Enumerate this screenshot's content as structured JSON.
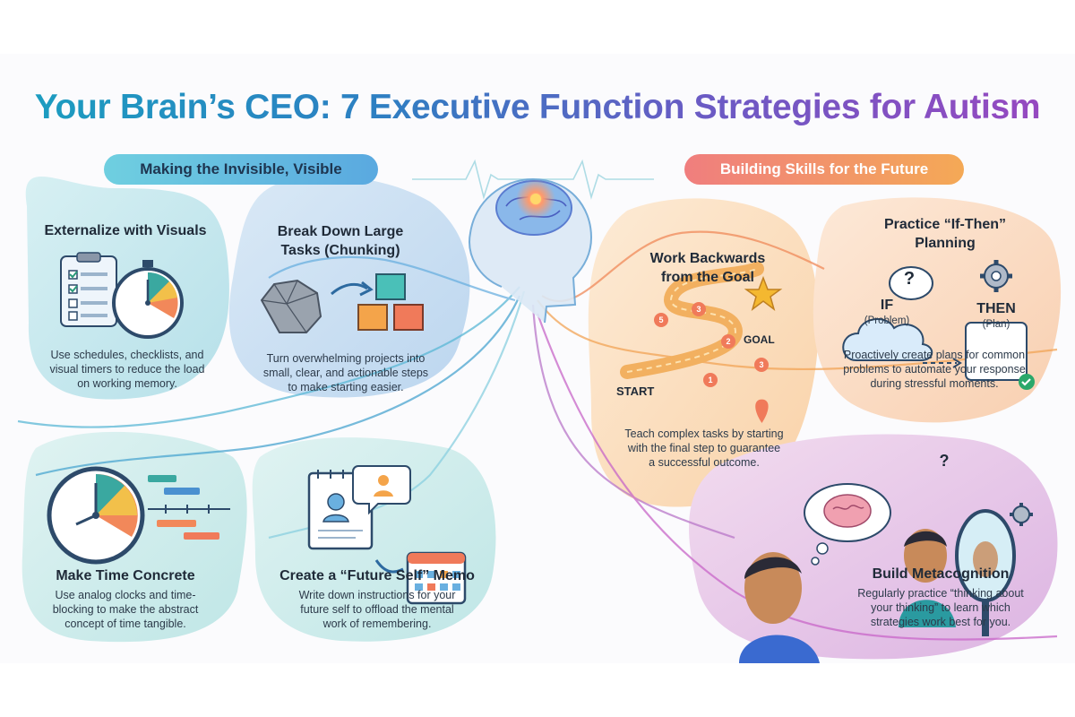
{
  "title": "Your Brain’s CEO: 7 Executive Function Strategies for Autism",
  "sections": {
    "left": "Making the Invisible, Visible",
    "right": "Building Skills for the Future"
  },
  "strategies": [
    {
      "title": "Externalize with Visuals",
      "description_lines": [
        "Use schedules, checklists, and",
        "visual timers to reduce the load",
        "on working memory."
      ]
    },
    {
      "title_lines": [
        "Break Down Large",
        "Tasks (Chunking)"
      ],
      "description_lines": [
        "Turn overwhelming projects into",
        "small, clear, and actionable steps",
        "to make starting easier."
      ]
    },
    {
      "title": "Make Time Concrete",
      "description_lines": [
        "Use analog clocks and time-",
        "blocking to make the abstract",
        "concept of time tangible."
      ]
    },
    {
      "title": "Create a “Future Self” Memo",
      "description_lines": [
        "Write down instructions for your",
        "future self to offload the mental",
        "work of remembering."
      ]
    },
    {
      "title_lines": [
        "Work Backwards",
        "from the Goal"
      ],
      "description_lines": [
        "Teach complex tasks by starting",
        "with the final step to guarantee",
        "a successful outcome."
      ]
    },
    {
      "title_lines": [
        "Practice “If-Then”",
        "Planning"
      ],
      "description_lines": [
        "Proactively create plans for common",
        "problems to automate your response",
        "during stressful moments."
      ]
    },
    {
      "title": "Build Metacognition",
      "description_lines": [
        "Regularly practice “thinking about",
        "your thinking” to learn which",
        "strategies work best for you."
      ]
    }
  ],
  "path_labels": {
    "start": "START",
    "goal": "GOAL",
    "markers": [
      "5",
      "3",
      "2",
      "3",
      "1"
    ]
  },
  "ifthen": {
    "if_label": "IF",
    "if_sub": "(Problem)",
    "then_label": "THEN",
    "then_sub": "(Plan)",
    "question": "?"
  },
  "metacog": {
    "questions": "?"
  },
  "colors": {
    "teal": "#bfe6ec",
    "blue": "#c9dff1",
    "peach": "#fbd9b6",
    "purple": "#e8c8ea",
    "title_start": "#1a9fc0",
    "title_end": "#9a47c0"
  },
  "icons": [
    "clipboard-checklist-icon",
    "stopwatch-icon",
    "rock-icon",
    "cubes-icon",
    "clock-icon",
    "timeline-icon",
    "notepad-icon",
    "calendar-icon",
    "brain-head-icon",
    "winding-path-icon",
    "cloud-icon",
    "gear-icon",
    "mirror-icon",
    "person-icon"
  ]
}
